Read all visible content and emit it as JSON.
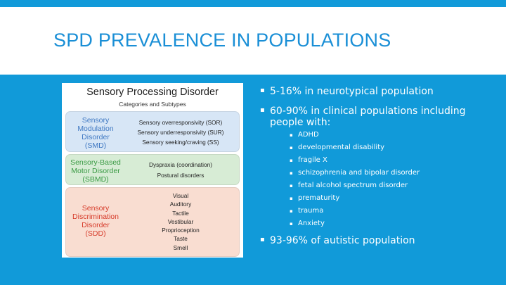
{
  "slide": {
    "title": "SPD PREVALENCE IN POPULATIONS"
  },
  "figure": {
    "title": "Sensory Processing Disorder",
    "subtitle": "Categories and Subtypes",
    "categories": [
      {
        "name_lines": [
          "Sensory",
          "Modulation",
          "Disorder",
          "(SMD)"
        ],
        "color": "#3f78c2",
        "subtypes": [
          "Sensory overresponsivity (SOR)",
          "Sensory underresponsivity (SUR)",
          "Sensory seeking/craving (SS)"
        ]
      },
      {
        "name_lines": [
          "Sensory-Based",
          "Motor Disorder",
          "(SBMD)"
        ],
        "color": "#3a9a44",
        "subtypes": [
          "Dyspraxia (coordination)",
          "Postural disorders"
        ]
      },
      {
        "name_lines": [
          "Sensory",
          "Discrimination",
          "Disorder",
          "(SDD)"
        ],
        "color": "#d63b2a",
        "subtypes": [
          "Visual",
          "Auditory",
          "Tactile",
          "Vestibular",
          "Proprioception",
          "Taste",
          "Smell"
        ]
      }
    ]
  },
  "bullets": {
    "marker": "▪",
    "sub_marker": "▪",
    "items": [
      "5-16% in neurotypical population",
      "60-90% in clinical populations including people with:",
      "93-96% of autistic population"
    ],
    "subitems": [
      "ADHD",
      "developmental disability",
      "fragile X",
      "schizophrenia and bipolar disorder",
      "fetal alcohol spectrum disorder",
      "prematurity",
      "trauma",
      "Anxiety"
    ]
  }
}
